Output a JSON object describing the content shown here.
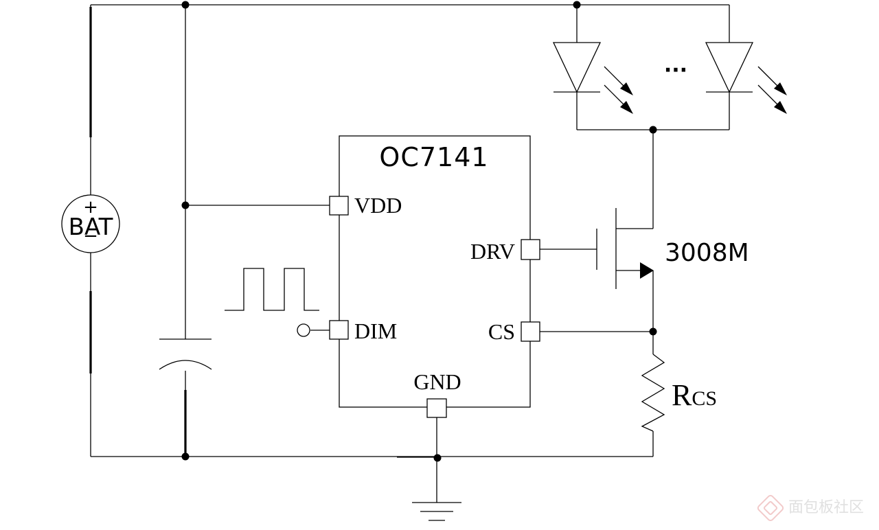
{
  "chip": {
    "name": "OC7141",
    "pins": {
      "vdd": "VDD",
      "dim": "DIM",
      "gnd": "GND",
      "drv": "DRV",
      "cs": "CS"
    }
  },
  "battery": {
    "label": "BAT",
    "plus": "+",
    "minus": "−"
  },
  "mosfet": {
    "label": "3008M"
  },
  "resistor": {
    "label_main": "R",
    "label_sub": "CS"
  },
  "led_string": {
    "ellipsis": "···"
  },
  "watermark": {
    "text": "面包板社区"
  }
}
